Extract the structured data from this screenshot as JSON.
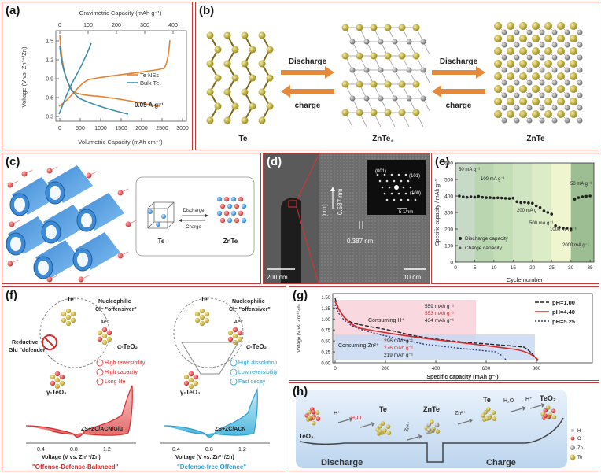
{
  "a": {
    "label": "(a)",
    "top_title": "Gravimetric Capacity (mAh g⁻¹)",
    "top_ticks": [
      "0",
      "100",
      "200",
      "300",
      "400"
    ],
    "ylabel": "Voltage (V vs. Zn²⁺/Zn)",
    "yticks": [
      "0.3",
      "0.6",
      "0.9",
      "1.2",
      "1.5"
    ],
    "xlabel": "Volumetric Capacity (mAh cm⁻³)",
    "xticks": [
      "0",
      "500",
      "1000",
      "1500",
      "2000",
      "2500",
      "3000"
    ],
    "legend": [
      "Te NSs",
      "Bulk Te"
    ],
    "rate": "0.05 A g⁻¹",
    "colors": {
      "te_ns": "#e8812d",
      "bulk": "#3a8fa8"
    }
  },
  "b": {
    "label": "(b)",
    "step1": {
      "top": "Discharge",
      "bottom": "charge"
    },
    "step2": {
      "top": "Discharge",
      "bottom": "charge"
    },
    "names": [
      "Te",
      "ZnTe₂",
      "ZnTe"
    ]
  },
  "c": {
    "label": "(c)",
    "inset": {
      "top": "Discharge",
      "bottom": "Charge",
      "left": "Te",
      "right": "ZnTe"
    }
  },
  "d": {
    "label": "(d)",
    "scale1": "200 nm",
    "scale2": "10 nm",
    "dir": "[001]",
    "d1": "0.587 nm",
    "d2": "0.387 nm",
    "saed": [
      "(001)",
      "(101)",
      "(100)"
    ],
    "saed_scale": "5 1/nm"
  },
  "e": {
    "label": "(e)",
    "ylabel": "Specific capacity / mAh g⁻¹",
    "xlabel": "Cycle number",
    "yticks": [
      "0",
      "100",
      "200",
      "300",
      "400",
      "500",
      "600"
    ],
    "xticks": [
      "0",
      "5",
      "10",
      "15",
      "20",
      "25",
      "30",
      "35"
    ],
    "rates": [
      "50 mA g⁻¹",
      "100 mA g⁻¹",
      "200 mA g⁻¹",
      "500 mA g⁻¹",
      "1000 mA g⁻¹",
      "2000 mA g⁻¹",
      "50 mA g⁻¹"
    ],
    "legend": [
      "Discharge capacity",
      "Charge capacity"
    ]
  },
  "f": {
    "label": "(f)",
    "left": {
      "te": "Te",
      "nucleophilic": "Nucleophilic",
      "offensiver": "Cl⁻ \"offensiver\"",
      "electrons": "4e⁻",
      "alpha": "α-TeO₂",
      "gamma": "γ-TeO₂",
      "reductive": "Reductive",
      "defender": "Glu \"defender\"",
      "points": [
        "High reversibility",
        "High capacity",
        "Long life"
      ],
      "cv_name": "ZS+ZC/ACN/Glu",
      "xticks": [
        "0.4",
        "0.8",
        "1.2"
      ],
      "xlabel": "Voltage (V vs. Zn²⁺/Zn)",
      "caption": "\"Offense-Defense-Balanced\""
    },
    "right": {
      "te": "Te",
      "nucleophilic": "Nucleophilic",
      "offensiver": "Cl⁻ \"offensiver\"",
      "electrons": "4e⁻",
      "alpha": "α-TeO₂",
      "gamma": "γ-TeO₂",
      "points": [
        "High dissolution",
        "Low reversibility",
        "Fast decay"
      ],
      "cv_name": "ZS+ZC/ACN",
      "xticks": [
        "0.4",
        "0.8",
        "1.2"
      ],
      "xlabel": "Voltage (V vs. Zn²⁺/Zn)",
      "caption": "\"Defense-free Offence\""
    }
  },
  "g": {
    "label": "(g)",
    "ylabel": "Voltage (V vs. Zn²⁺/Zn)",
    "xlabel": "Specific capacity (mAh g⁻¹)",
    "yticks": [
      "0.00",
      "0.25",
      "0.50",
      "0.75",
      "1.00",
      "1.25",
      "1.50"
    ],
    "xticks": [
      "0",
      "200",
      "400",
      "600",
      "800"
    ],
    "legend": [
      "pH=1.00",
      "pH=4.40",
      "pH=5.25"
    ],
    "h_title": "Consuming H⁺",
    "h_caps": [
      "559 mAh g⁻¹",
      "553 mAh g⁻¹",
      "434 mAh g⁻¹"
    ],
    "zn_title": "Consuming Zn²⁺",
    "zn_caps": [
      "296 mAh g⁻¹",
      "276 mAh g⁻¹",
      "219 mAh g⁻¹"
    ]
  },
  "h": {
    "label": "(h)",
    "teo2_left": "TeO₂",
    "h_ion": "H⁺",
    "h2o": "H₂O",
    "te_mid": "Te",
    "zn_ion": "Zn²⁺",
    "znte": "ZnTe",
    "zn_ion2": "Zn²⁺",
    "te_right": "Te",
    "h2o_right": "H₂O",
    "h_ion_right": "H⁺",
    "teo2_right": "TeO₂",
    "discharge": "Discharge",
    "charge": "Charge",
    "legend": [
      "H",
      "O",
      "Zn",
      "Te"
    ]
  }
}
